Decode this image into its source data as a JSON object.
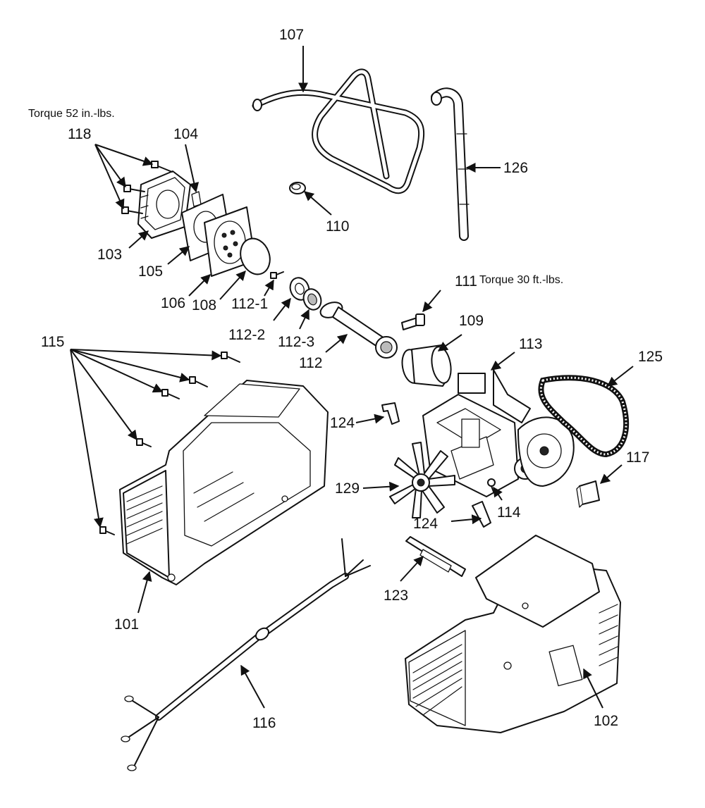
{
  "notes": {
    "torque_cylinder_head": "Torque 52 in.-lbs.",
    "torque_connecting_rod": "Torque 30 ft.-lbs."
  },
  "parts": {
    "p101": "101",
    "p102": "102",
    "p103": "103",
    "p104": "104",
    "p105": "105",
    "p106": "106",
    "p107": "107",
    "p108": "108",
    "p109": "109",
    "p110": "110",
    "p111": "111",
    "p112": "112",
    "p112_1": "112-1",
    "p112_2": "112-2",
    "p112_3": "112-3",
    "p113": "113",
    "p114": "114",
    "p115": "115",
    "p116": "116",
    "p117": "117",
    "p118": "118",
    "p123": "123",
    "p124a": "124",
    "p124b": "124",
    "p125": "125",
    "p126": "126",
    "p129": "129"
  }
}
